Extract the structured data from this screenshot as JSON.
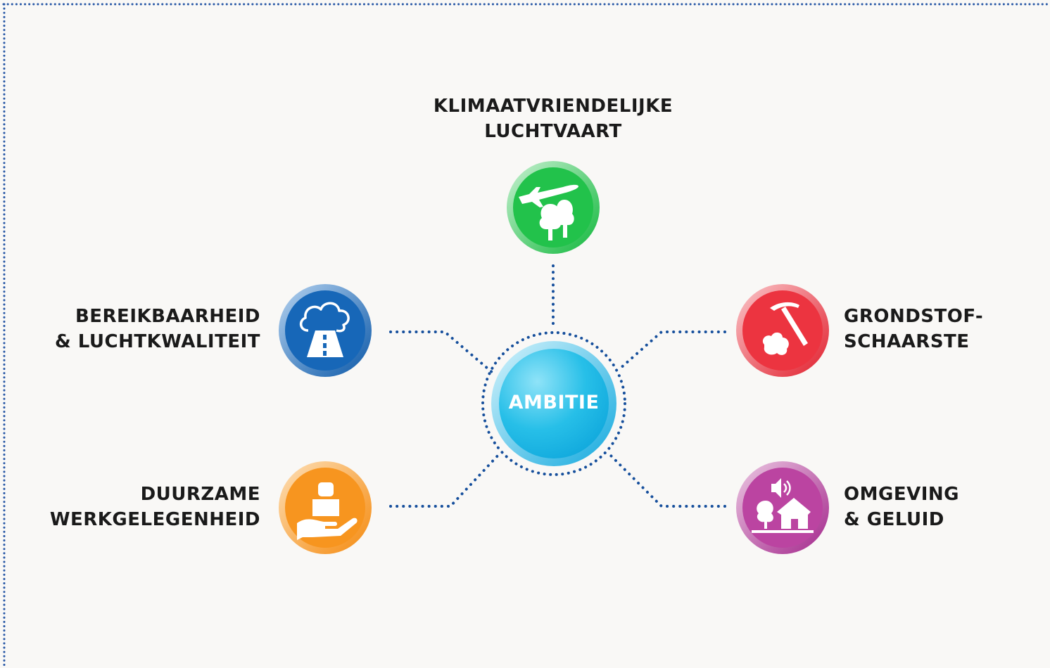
{
  "center": {
    "label": "AMBITIE",
    "color": "#2bc0e8"
  },
  "themes": [
    {
      "id": "klimaat",
      "lines": [
        "KLIMAATVRIENDELIJKE",
        "LUCHTVAART"
      ],
      "color": "#1ec24a",
      "icon": "airplane-trees-icon"
    },
    {
      "id": "grondstof",
      "lines": [
        "GRONDSTOF-",
        "SCHAARSTE"
      ],
      "color": "#ef3e4a",
      "icon": "pickaxe-rocks-icon"
    },
    {
      "id": "omgeving",
      "lines": [
        "OMGEVING",
        "& GELUID"
      ],
      "color": "#b9409f",
      "icon": "speaker-house-icon"
    },
    {
      "id": "duurzame",
      "lines": [
        "DUURZAME",
        "WERKGELEGENHEID"
      ],
      "color": "#f7941d",
      "icon": "hand-person-icon"
    },
    {
      "id": "bereikbaar",
      "lines": [
        "BEREIKBAARHEID",
        "& LUCHTKWALITEIT"
      ],
      "color": "#1565b5",
      "icon": "cloud-road-icon"
    }
  ],
  "colors": {
    "dots": "#164f9c",
    "border": "#2757a6"
  }
}
